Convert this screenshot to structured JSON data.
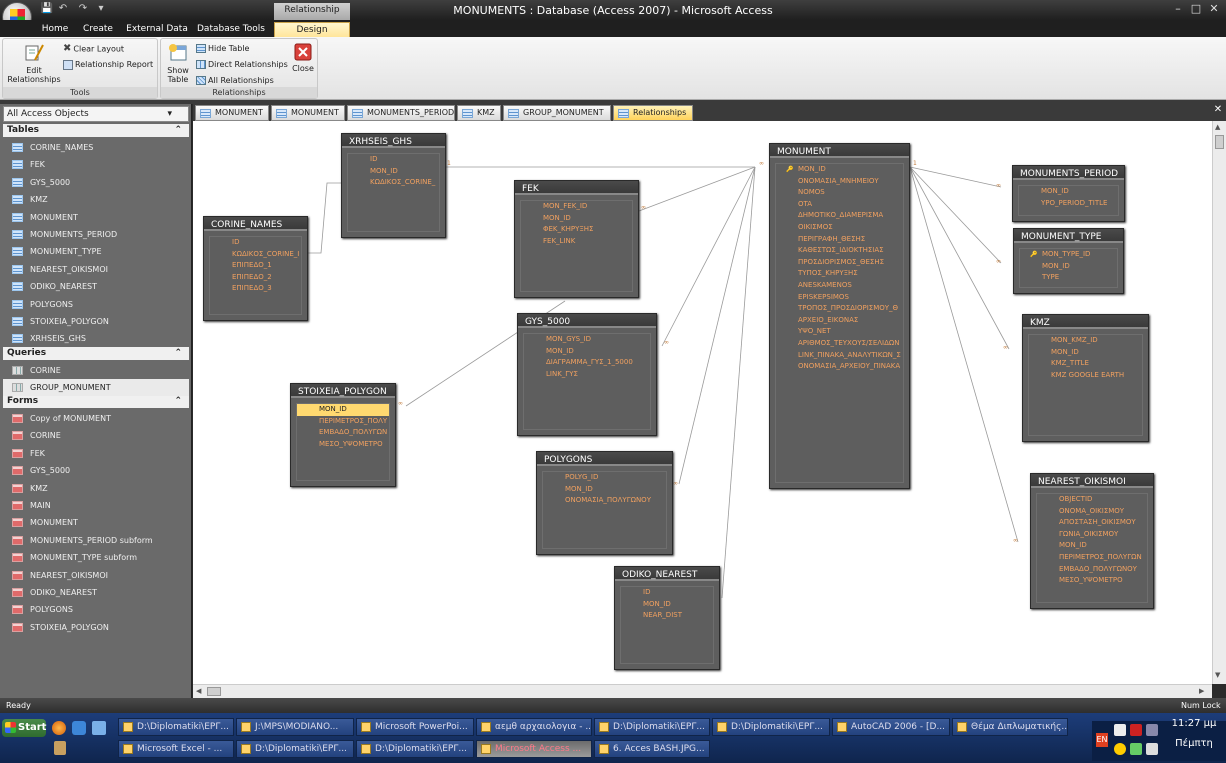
{
  "window": {
    "title": "MONUMENTS : Database (Access 2007) - Microsoft Access",
    "contextual_group": "Relationship Tools",
    "min": "–",
    "max": "□",
    "close": "✕"
  },
  "ribbon": {
    "tabs": [
      "Home",
      "Create",
      "External Data",
      "Database Tools",
      "Design"
    ],
    "tools_group": {
      "label": "Tools",
      "edit_relationships": "Edit Relationships",
      "clear_layout": "Clear Layout",
      "relationship_report": "Relationship Report"
    },
    "relationships_group": {
      "label": "Relationships",
      "show_table": "Show Table",
      "hide_table": "Hide Table",
      "direct_relationships": "Direct Relationships",
      "all_relationships": "All Relationships",
      "close": "Close"
    }
  },
  "nav": {
    "header": "All Access Objects",
    "tables_label": "Tables",
    "tables": [
      "CORINE_NAMES",
      "FEK",
      "GYS_5000",
      "KMZ",
      "MONUMENT",
      "MONUMENTS_PERIOD",
      "MONUMENT_TYPE",
      "NEAREST_OIKISMOI",
      "ODIKO_NEAREST",
      "POLYGONS",
      "STOIXEIA_POLYGON",
      "XRHSEIS_GHS"
    ],
    "queries_label": "Queries",
    "queries": [
      "CORINE",
      "GROUP_MONUMENT"
    ],
    "forms_label": "Forms",
    "forms": [
      "Copy of MONUMENT",
      "CORINE",
      "FEK",
      "GYS_5000",
      "KMZ",
      "MAIN",
      "MONUMENT",
      "MONUMENTS_PERIOD subform",
      "MONUMENT_TYPE subform",
      "NEAREST_OIKISMOI",
      "ODIKO_NEAREST",
      "POLYGONS",
      "STOIXEIA_POLYGON"
    ]
  },
  "doc_tabs": [
    "MONUMENT",
    "MONUMENT",
    "MONUMENTS_PERIOD",
    "KMZ",
    "GROUP_MONUMENT",
    "Relationships"
  ],
  "relationship_tables": {
    "xrhseis_ghs": {
      "name": "XRHSEIS_GHS",
      "fields": [
        "ID",
        "MON_ID",
        "ΚΩΔΙΚΟΣ_CORINE_"
      ]
    },
    "corine_names": {
      "name": "CORINE_NAMES",
      "fields": [
        "ID",
        "ΚΩΔΙΚΟΣ_CORINE_I",
        "ΕΠΙΠΕΔΟ_1",
        "ΕΠΙΠΕΔΟ_2",
        "ΕΠΙΠΕΔΟ_3"
      ]
    },
    "fek": {
      "name": "FEK",
      "fields": [
        "MON_FEK_ID",
        "MON_ID",
        "ΦΕΚ_ΚΗΡΥΞΗΣ",
        "FEK_LINK"
      ]
    },
    "gys_5000": {
      "name": "GYS_5000",
      "fields": [
        "MON_GYS_ID",
        "MON_ID",
        "ΔΙΑΓΡΑΜΜΑ_ΓΥΣ_1_5000",
        "LINK_ΓΥΣ"
      ]
    },
    "stoixeia_polygon": {
      "name": "STOIXEIA_POLYGON",
      "fields": [
        "MON_ID",
        "ΠΕΡΙΜΕΤΡΟΣ_ΠΟΛΥ",
        "ΕΜΒΑΔΟ_ΠΟΛΥΓΩΝ",
        "ΜΕΣΟ_ΥΨΟΜΕΤΡΟ"
      ]
    },
    "polygons": {
      "name": "POLYGONS",
      "fields": [
        "POLYG_ID",
        "MON_ID",
        "ΟΝΟΜΑΣΙΑ_ΠΟΛΥΓΩΝΟΥ"
      ]
    },
    "odiko_nearest": {
      "name": "ODIKO_NEAREST",
      "fields": [
        "ID",
        "MON_ID",
        "NEAR_DIST"
      ]
    },
    "monument": {
      "name": "MONUMENT",
      "fields": [
        "MON_ID",
        "ΟΝΟΜΑΣΙΑ_ΜΝΗΜΕΙΟΥ",
        "NOMOS",
        "OTA",
        "ΔΗΜΟΤΙΚΟ_ΔΙΑΜΕΡΙΣΜΑ",
        "ΟΙΚΙΣΜΟΣ",
        "ΠΕΡΙΓΡΑΦΗ_ΘΕΣΗΣ",
        "ΚΑΘΕΣΤΩΣ_ΙΔΙΟΚΤΗΣΙΑΣ",
        "ΠΡΟΣΔΙΟΡΙΣΜΟΣ_ΘΕΣΗΣ",
        "ΤΥΠΟΣ_ΚΗΡΥΞΗΣ",
        "ANESKAMENOS",
        "EPISKEPSIMOS",
        "ΤΡΟΠΟΣ_ΠΡΟΣΔΙΟΡΙΣΜΟΥ_Θ",
        "ΑΡΧΕΙΟ_ΕΙΚΟΝΑΣ",
        "ΥΨΟ_ΝΕΤ",
        "ΑΡΙΘΜΟΣ_ΤΕΥΧΟΥΣ/ΣΕΛΙΔΩΝ",
        "LINK_ΠΙΝΑΚΑ_ΑΝΑΛΥΤΙΚΩΝ_Σ",
        "ΟΝΟΜΑΣΙΑ_ΑΡΧΕΙΟΥ_ΠΙΝΑΚΑ"
      ]
    },
    "monuments_period": {
      "name": "MONUMENTS_PERIOD",
      "fields": [
        "MON_ID",
        "YPO_PERIOD_TITLE"
      ]
    },
    "monument_type": {
      "name": "MONUMENT_TYPE",
      "fields": [
        "MON_TYPE_ID",
        "MON_ID",
        "TYPE"
      ]
    },
    "kmz": {
      "name": "KMZ",
      "fields": [
        "MON_KMZ_ID",
        "MON_ID",
        "KMZ_TITLE",
        "KMZ GOOGLE EARTH"
      ]
    },
    "nearest_oikismoi": {
      "name": "NEAREST_OIKISMOI",
      "fields": [
        "OBJECTID",
        "ΟΝΟΜΑ_ΟΙΚΙΣΜΟΥ",
        "ΑΠΟΣΤΑΣΗ_ΟΙΚΙΣΜΟΥ",
        "ΓΩΝΙΑ_ΟΙΚΙΣΜΟΥ",
        "MON_ID",
        "ΠΕΡΙΜΕΤΡΟΣ_ΠΟΛΥΓΩΝ",
        "ΕΜΒΑΔΟ_ΠΟΛΥΓΩΝΟΥ",
        "ΜΕΣΟ_ΥΨΟΜΕΤΡΟ"
      ]
    }
  },
  "status": {
    "left": "Ready",
    "right": "Num Lock"
  },
  "taskbar": {
    "start": "Start",
    "row1": [
      "D:\\Diplomatiki\\ΕΡΓ...",
      "J:\\MPS\\MODIANO...",
      "Microsoft PowerPoi...",
      "αεμθ αρχαιολογια - ...",
      "D:\\Diplomatiki\\ΕΡΓ...",
      "D:\\Diplomatiki\\ΕΡΓ...",
      "AutoCAD 2006 - [D...",
      "Θέμα Διπλωματικής..."
    ],
    "row2": [
      "Microsoft Excel - ...",
      "D:\\Diplomatiki\\ΕΡΓ...",
      "D:\\Diplomatiki\\ΕΡΓ...",
      "Microsoft Access ...",
      "6. Acces BASH.JPG..."
    ],
    "lang": "EN",
    "clock_time": "11:27 μμ",
    "clock_day": "Πέμπτη"
  }
}
